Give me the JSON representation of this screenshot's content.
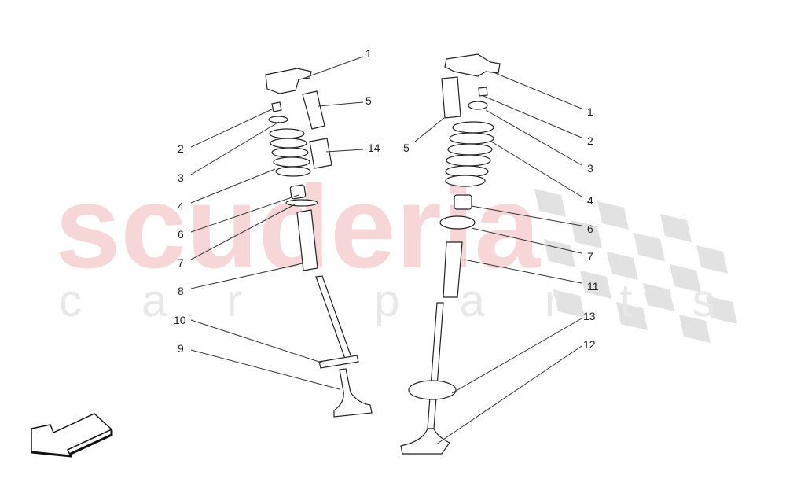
{
  "watermark": {
    "brand": "scuderia",
    "subtitle": "c a r   p a r t s"
  },
  "colors": {
    "watermark_brand": "#f7d6d8",
    "watermark_sub": "#e8e8e8",
    "flag": "#e2e2e2",
    "line": "#222222"
  },
  "left_callouts": [
    "1",
    "5",
    "14",
    "2",
    "3",
    "4",
    "6",
    "7",
    "8",
    "10",
    "9"
  ],
  "right_callouts": [
    "1",
    "2",
    "3",
    "4",
    "6",
    "7",
    "11",
    "5",
    "13",
    "12"
  ],
  "direction_icon": "arrow-front-left-icon"
}
